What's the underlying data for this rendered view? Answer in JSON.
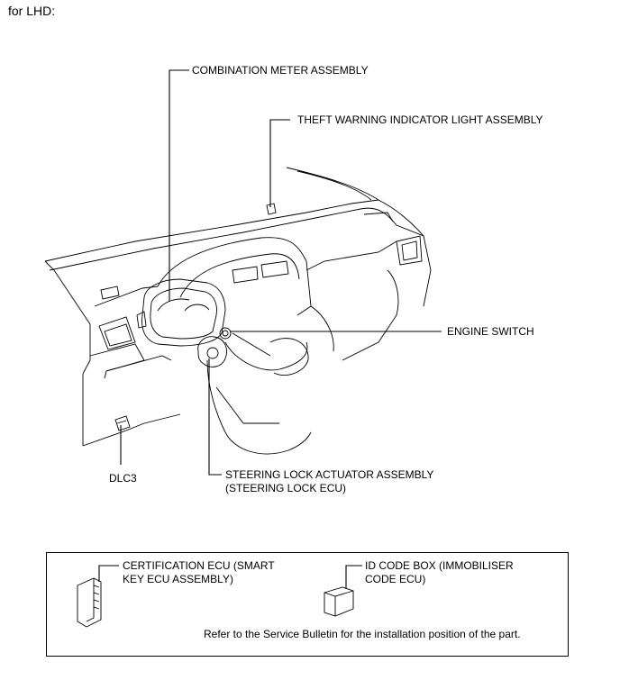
{
  "heading": "for LHD:",
  "labels": {
    "combination_meter": "COMBINATION METER ASSEMBLY",
    "theft_warning": "THEFT WARNING INDICATOR LIGHT ASSEMBLY",
    "engine_switch": "ENGINE SWITCH",
    "steering_lock_1": "STEERING LOCK ACTUATOR ASSEMBLY",
    "steering_lock_2": "(STEERING LOCK ECU)",
    "dlc3": "DLC3"
  },
  "box": {
    "certification_1": "CERTIFICATION ECU (SMART",
    "certification_2": "KEY ECU ASSEMBLY)",
    "id_code_1": "ID CODE BOX (IMMOBILISER",
    "id_code_2": "CODE ECU)",
    "note": "Refer to the Service Bulletin for the installation position of the part."
  }
}
